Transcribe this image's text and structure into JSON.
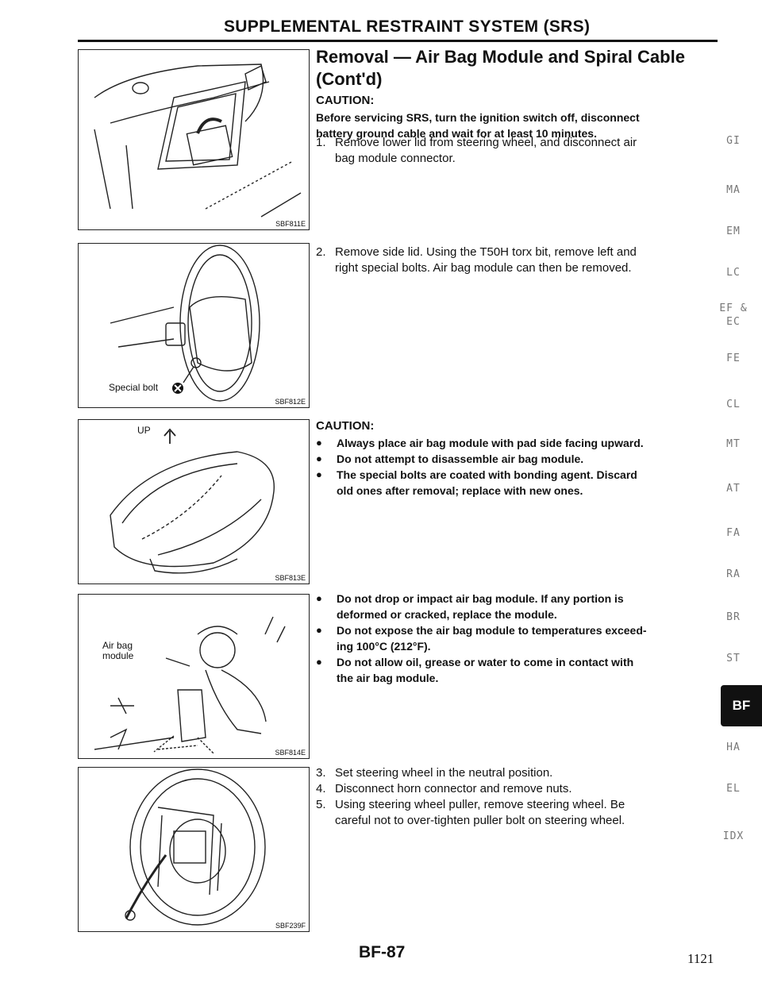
{
  "header": {
    "title": "SUPPLEMENTAL RESTRAINT SYSTEM (SRS)"
  },
  "section": {
    "title_line1": "Removal — Air Bag Module and Spiral Cable",
    "title_line2": "(Cont'd)"
  },
  "caution1": {
    "label": "CAUTION:",
    "text_line1": "Before servicing SRS, turn the ignition switch off, disconnect",
    "text_line2": "battery ground cable and wait for at least 10 minutes."
  },
  "step1": {
    "num": "1.",
    "line1": "Remove lower lid from steering wheel, and disconnect air",
    "line2": "bag module connector."
  },
  "step2": {
    "num": "2.",
    "line1": "Remove side lid. Using the T50H torx bit, remove left and",
    "line2": "right special bolts. Air bag module can then be removed."
  },
  "caution2": {
    "label": "CAUTION:",
    "bullets": [
      {
        "line1": "Always place air bag module with pad side facing upward.",
        "line2": ""
      },
      {
        "line1": "Do not attempt to disassemble air bag module.",
        "line2": ""
      },
      {
        "line1": "The special bolts are coated with bonding agent. Discard",
        "line2": "old ones after removal; replace with new ones."
      }
    ]
  },
  "warnings": [
    {
      "line1": "Do not drop or impact air bag module. If any portion is",
      "line2": "deformed or cracked, replace the module."
    },
    {
      "line1": "Do not expose the air bag module to temperatures exceed-",
      "line2": "ing 100°C (212°F)."
    },
    {
      "line1": "Do not allow oil, grease or water to come in contact with",
      "line2": "the air bag module."
    }
  ],
  "steps345": [
    {
      "num": "3.",
      "line1": "Set steering wheel in the neutral position.",
      "line2": ""
    },
    {
      "num": "4.",
      "line1": "Disconnect horn connector and remove nuts.",
      "line2": ""
    },
    {
      "num": "5.",
      "line1": "Using steering wheel puller, remove steering wheel. Be",
      "line2": "careful not to over-tighten puller bolt on steering wheel."
    }
  ],
  "figures": {
    "fig1_code": "SBF811E",
    "fig2_code": "SBF812E",
    "fig2_label": "Special bolt",
    "fig3_code": "SBF813E",
    "fig3_label": "UP",
    "fig4_code": "SBF814E",
    "fig4_label_line1": "Air bag",
    "fig4_label_line2": "module",
    "fig5_code": "SBF239F"
  },
  "side_tabs": [
    "GI",
    "MA",
    "EM",
    "LC",
    "EF &",
    "EC",
    "FE",
    "CL",
    "MT",
    "AT",
    "FA",
    "RA",
    "BR",
    "ST",
    "BF",
    "HA",
    "EL",
    "IDX"
  ],
  "footer": {
    "page": "BF-87",
    "doc_number": "1121"
  }
}
